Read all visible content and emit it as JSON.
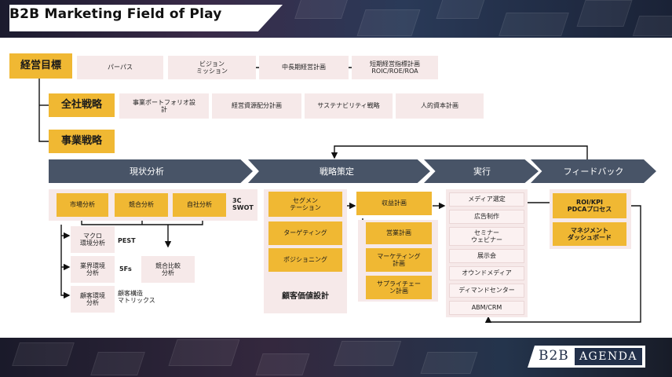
{
  "header": {
    "title": "B2B Marketing Field of Play"
  },
  "logo": {
    "left": "B2B",
    "right": "AGENDA"
  },
  "top": {
    "mgmt_goal": "経営目標",
    "mgmt_items": [
      "パーパス",
      "ビジョン\nミッション",
      "中長期経営計画",
      "短期経営指標計画\nROIC/ROE/ROA"
    ],
    "corp_strategy": "全社戦略",
    "corp_items": [
      "事業ポートフォリオ設\n計",
      "経営資源配分計画",
      "サステナビリティ戦略",
      "人的資本計画"
    ],
    "biz_strategy": "事業戦略"
  },
  "phases": [
    "現状分析",
    "戦略策定",
    "実行",
    "フィードバック"
  ],
  "analysis": {
    "top_items": [
      "市場分析",
      "競合分析",
      "自社分析"
    ],
    "three_c": "3C\nSWOT",
    "sub_items": [
      "マクロ\n環境分析",
      "業界環境\n分析",
      "顧客環境\n分析"
    ],
    "sub_labels": [
      "PEST",
      "5Fs",
      "顧客構造\nマトリックス"
    ],
    "comp_compare": "競合比較\n分析"
  },
  "strategy": {
    "stp": [
      "セグメン\nテーション",
      "ターゲティング",
      "ポジショニング"
    ],
    "cvd": "顧客価値設計",
    "revenue": "収益計画",
    "plans": [
      "営業計画",
      "マーケティング\n計画",
      "サプライチェー\nン計画"
    ]
  },
  "execution": {
    "items": [
      "メディア選定",
      "広告制作",
      "セミナー\nウェビナー",
      "展示会",
      "オウンドメディア",
      "ディマンドセンター",
      "ABM/CRM"
    ]
  },
  "feedback": {
    "items": [
      "ROI/KPI\nPDCAプロセス",
      "マネジメント\nダッシュボード"
    ]
  },
  "colors": {
    "gold": "#f0b833",
    "pink": "#f6e9e9",
    "phase": "#485467"
  }
}
